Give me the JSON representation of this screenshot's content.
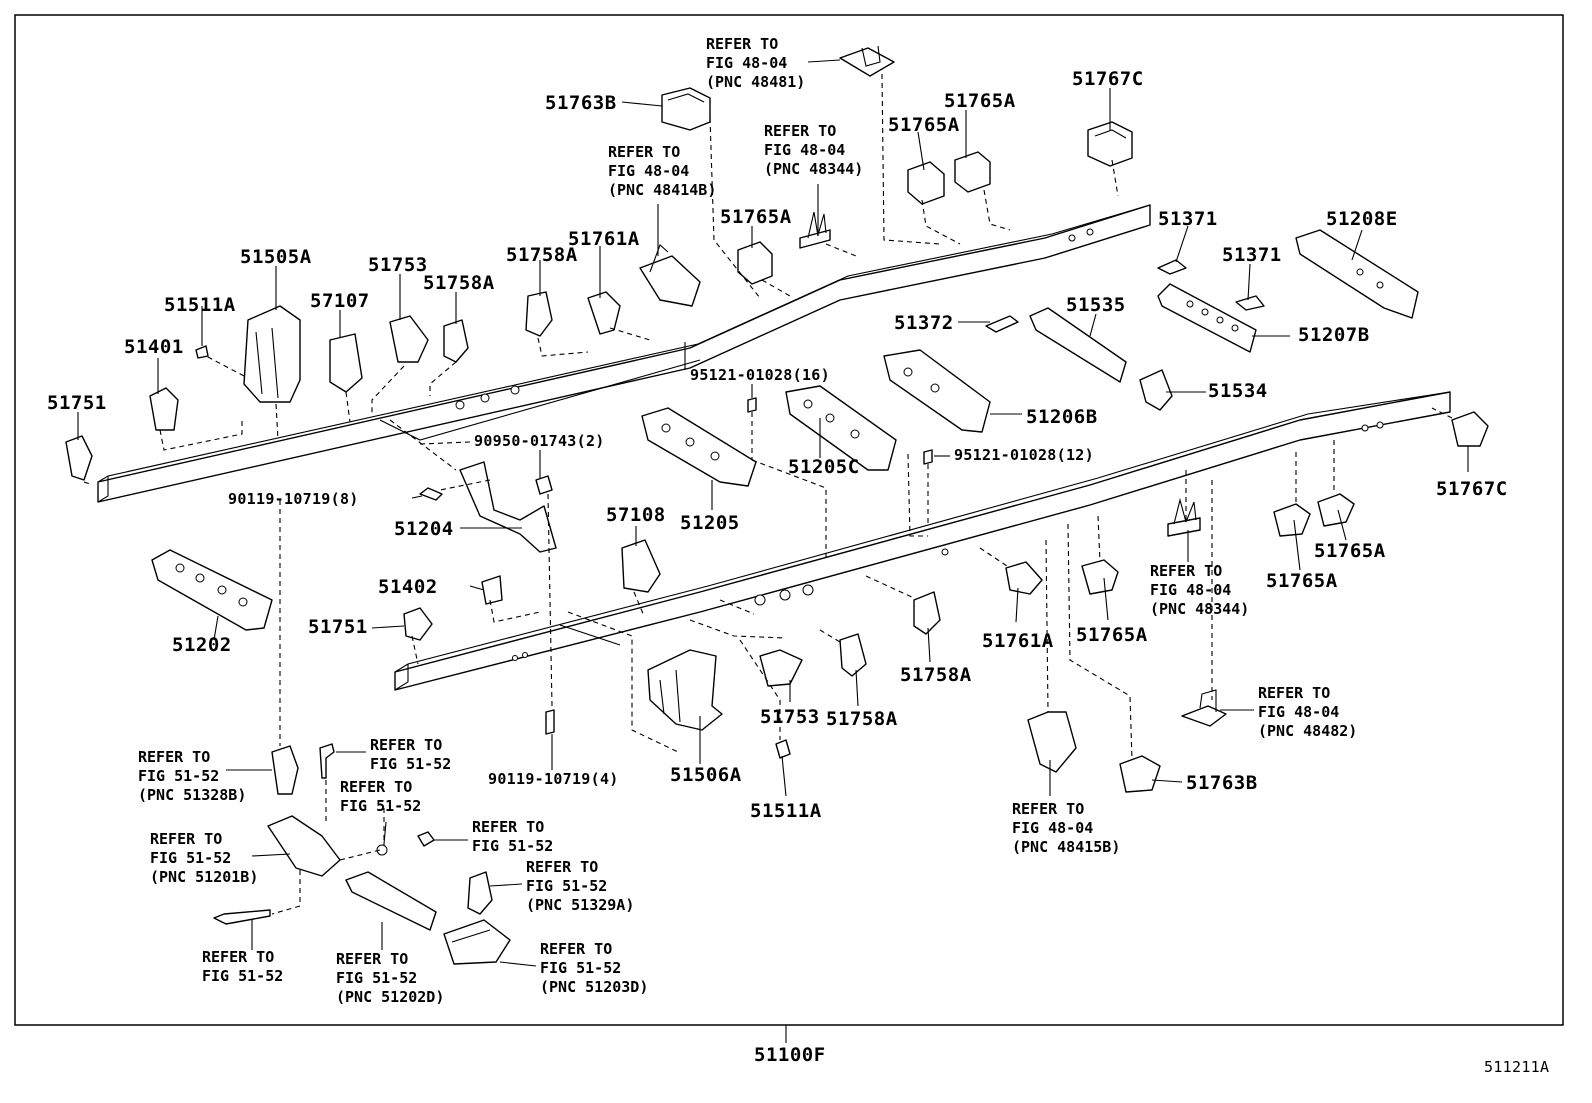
{
  "figure_id": "511211A",
  "assembly_label": "51100F",
  "parts": [
    {
      "id": "p51763B_top",
      "text": "51763B"
    },
    {
      "id": "p51767C_top",
      "text": "51767C"
    },
    {
      "id": "p51765A_t1",
      "text": "51765A"
    },
    {
      "id": "p51765A_t2",
      "text": "51765A"
    },
    {
      "id": "p51765A_t3",
      "text": "51765A"
    },
    {
      "id": "p51371_a",
      "text": "51371"
    },
    {
      "id": "p51371_b",
      "text": "51371"
    },
    {
      "id": "p51208E",
      "text": "51208E"
    },
    {
      "id": "p51207B",
      "text": "51207B"
    },
    {
      "id": "p51505A",
      "text": "51505A"
    },
    {
      "id": "p51753_top",
      "text": "51753"
    },
    {
      "id": "p51758A_t1",
      "text": "51758A"
    },
    {
      "id": "p51761A_top",
      "text": "51761A"
    },
    {
      "id": "p51758A_t2",
      "text": "51758A"
    },
    {
      "id": "p51511A_top",
      "text": "51511A"
    },
    {
      "id": "p57107",
      "text": "57107"
    },
    {
      "id": "p51401",
      "text": "51401"
    },
    {
      "id": "p51751_left",
      "text": "51751"
    },
    {
      "id": "p51372",
      "text": "51372"
    },
    {
      "id": "p51535",
      "text": "51535"
    },
    {
      "id": "p51534",
      "text": "51534"
    },
    {
      "id": "p51206B",
      "text": "51206B"
    },
    {
      "id": "p95121_16",
      "text": "95121-01028(16)"
    },
    {
      "id": "p95121_12",
      "text": "95121-01028(12)"
    },
    {
      "id": "p51205C",
      "text": "51205C"
    },
    {
      "id": "p90950",
      "text": "90950-01743(2)"
    },
    {
      "id": "p90119_8",
      "text": "90119-10719(8)"
    },
    {
      "id": "p51204",
      "text": "51204"
    },
    {
      "id": "p51205",
      "text": "51205"
    },
    {
      "id": "p57108",
      "text": "57108"
    },
    {
      "id": "p51767C_right",
      "text": "51767C"
    },
    {
      "id": "p51765A_r1",
      "text": "51765A"
    },
    {
      "id": "p51765A_r2",
      "text": "51765A"
    },
    {
      "id": "p51765A_r3",
      "text": "51765A"
    },
    {
      "id": "p51202",
      "text": "51202"
    },
    {
      "id": "p51402",
      "text": "51402"
    },
    {
      "id": "p51751_mid",
      "text": "51751"
    },
    {
      "id": "p51758A_b1",
      "text": "51758A"
    },
    {
      "id": "p51761A_bot",
      "text": "51761A"
    },
    {
      "id": "p51753_bot",
      "text": "51753"
    },
    {
      "id": "p51758A_b2",
      "text": "51758A"
    },
    {
      "id": "p51506A",
      "text": "51506A"
    },
    {
      "id": "p90119_4",
      "text": "90119-10719(4)"
    },
    {
      "id": "p51511A_bot",
      "text": "51511A"
    },
    {
      "id": "p51763B_bot",
      "text": "51763B"
    }
  ],
  "refers": [
    {
      "id": "r48481",
      "text": "REFER TO\nFIG 48-04\n(PNC 48481)"
    },
    {
      "id": "r48414B",
      "text": "REFER TO\nFIG 48-04\n(PNC 48414B)"
    },
    {
      "id": "r48344_top",
      "text": "REFER TO\nFIG 48-04\n(PNC 48344)"
    },
    {
      "id": "r48344_bot",
      "text": "REFER TO\nFIG 48-04\n(PNC 48344)"
    },
    {
      "id": "r48482",
      "text": "REFER TO\nFIG 48-04\n(PNC 48482)"
    },
    {
      "id": "r48415B",
      "text": "REFER TO\nFIG 48-04\n(PNC 48415B)"
    },
    {
      "id": "r51328B",
      "text": "REFER TO\nFIG 51-52\n(PNC 51328B)"
    },
    {
      "id": "r5152_a",
      "text": "REFER TO\nFIG 51-52"
    },
    {
      "id": "r5152_b",
      "text": "REFER TO\nFIG 51-52"
    },
    {
      "id": "r51201B",
      "text": "REFER TO\nFIG 51-52\n(PNC 51201B)"
    },
    {
      "id": "r5152_c",
      "text": "REFER TO\nFIG 51-52"
    },
    {
      "id": "r51329A",
      "text": "REFER TO\nFIG 51-52\n(PNC 51329A)"
    },
    {
      "id": "r5152_d",
      "text": "REFER TO\nFIG 51-52"
    },
    {
      "id": "r51202D",
      "text": "REFER TO\nFIG 51-52\n(PNC 51202D)"
    },
    {
      "id": "r51203D",
      "text": "REFER TO\nFIG 51-52\n(PNC 51203D)"
    }
  ]
}
